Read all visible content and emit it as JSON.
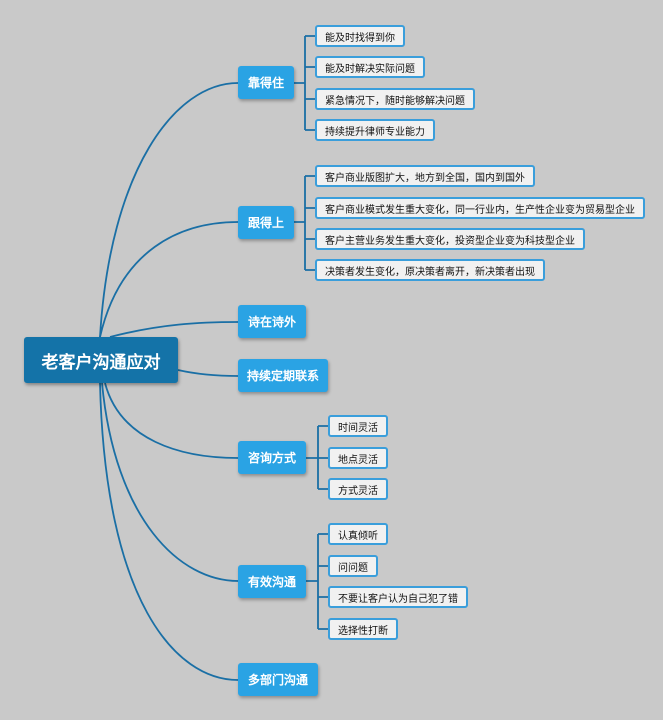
{
  "root": {
    "label": "老客户沟通应对"
  },
  "branches": [
    {
      "label": "靠得住",
      "children": [
        "能及时找得到你",
        "能及时解决实际问题",
        "紧急情况下，随时能够解决问题",
        "持续提升律师专业能力"
      ]
    },
    {
      "label": "跟得上",
      "children": [
        "客户商业版图扩大，地方到全国，国内到国外",
        "客户商业模式发生重大变化，同一行业内，生产性企业变为贸易型企业",
        "客户主营业务发生重大变化，投资型企业变为科技型企业",
        "决策者发生变化，原决策者离开，新决策者出现"
      ]
    },
    {
      "label": "诗在诗外",
      "children": []
    },
    {
      "label": "持续定期联系",
      "children": []
    },
    {
      "label": "咨询方式",
      "children": [
        "时间灵活",
        "地点灵活",
        "方式灵活"
      ]
    },
    {
      "label": "有效沟通",
      "children": [
        "认真倾听",
        "问问题",
        "不要让客户认为自己犯了错",
        "选择性打断"
      ]
    },
    {
      "label": "多部门沟通",
      "children": []
    }
  ],
  "colors": {
    "background": "#c9c9c9",
    "root": "#1473a8",
    "branch": "#2aa3e4",
    "leaf_border": "#3a9edb",
    "line": "#1a6fa5"
  }
}
